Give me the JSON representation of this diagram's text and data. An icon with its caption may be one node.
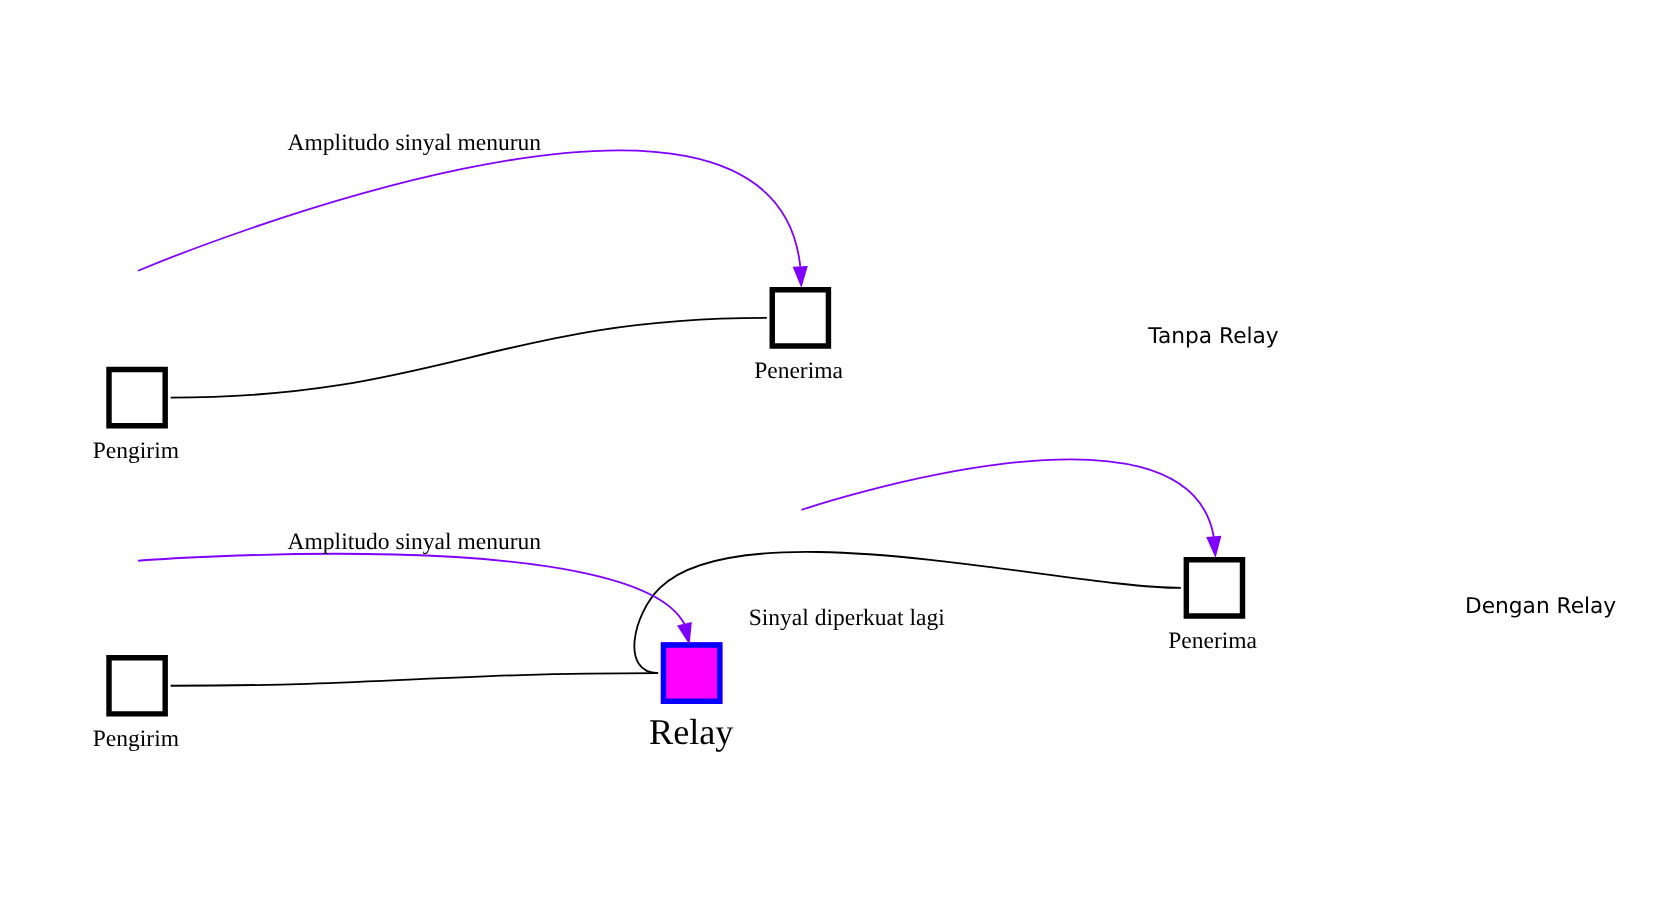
{
  "diagram": {
    "nodes": [
      {
        "text": [],
        "shape": "box",
        "beside": [
          "Pengirim"
        ]
      },
      {
        "text": [],
        "shape": "box",
        "beside": [
          "Penerima"
        ]
      },
      {
        "text": [],
        "shape": "box",
        "beside": [
          "Pengirim"
        ]
      },
      {
        "text": [],
        "shape": "box",
        "beside": [
          "Relay",
          "Sinyal diperkuat lagi"
        ]
      },
      {
        "text": [],
        "shape": "box",
        "beside": [
          "Penerima"
        ]
      }
    ],
    "edges": [
      {
        "from": 0,
        "to": 1,
        "arrow": "none"
      },
      {
        "from": null,
        "to": 1,
        "arrow": "to",
        "label": "Amplitudo sinyal menurun",
        "color": "#8000ff"
      },
      {
        "from": 2,
        "to": 3,
        "arrow": "none"
      },
      {
        "from": 3,
        "to": 4,
        "arrow": "none"
      },
      {
        "from": null,
        "to": 3,
        "arrow": "to",
        "label": "Amplitudo sinyal menurun",
        "color": "#8000ff"
      },
      {
        "from": null,
        "to": 4,
        "arrow": "to",
        "color": "#8000ff"
      }
    ],
    "labels": [
      "Tanpa Relay",
      "Dengan Relay"
    ]
  }
}
